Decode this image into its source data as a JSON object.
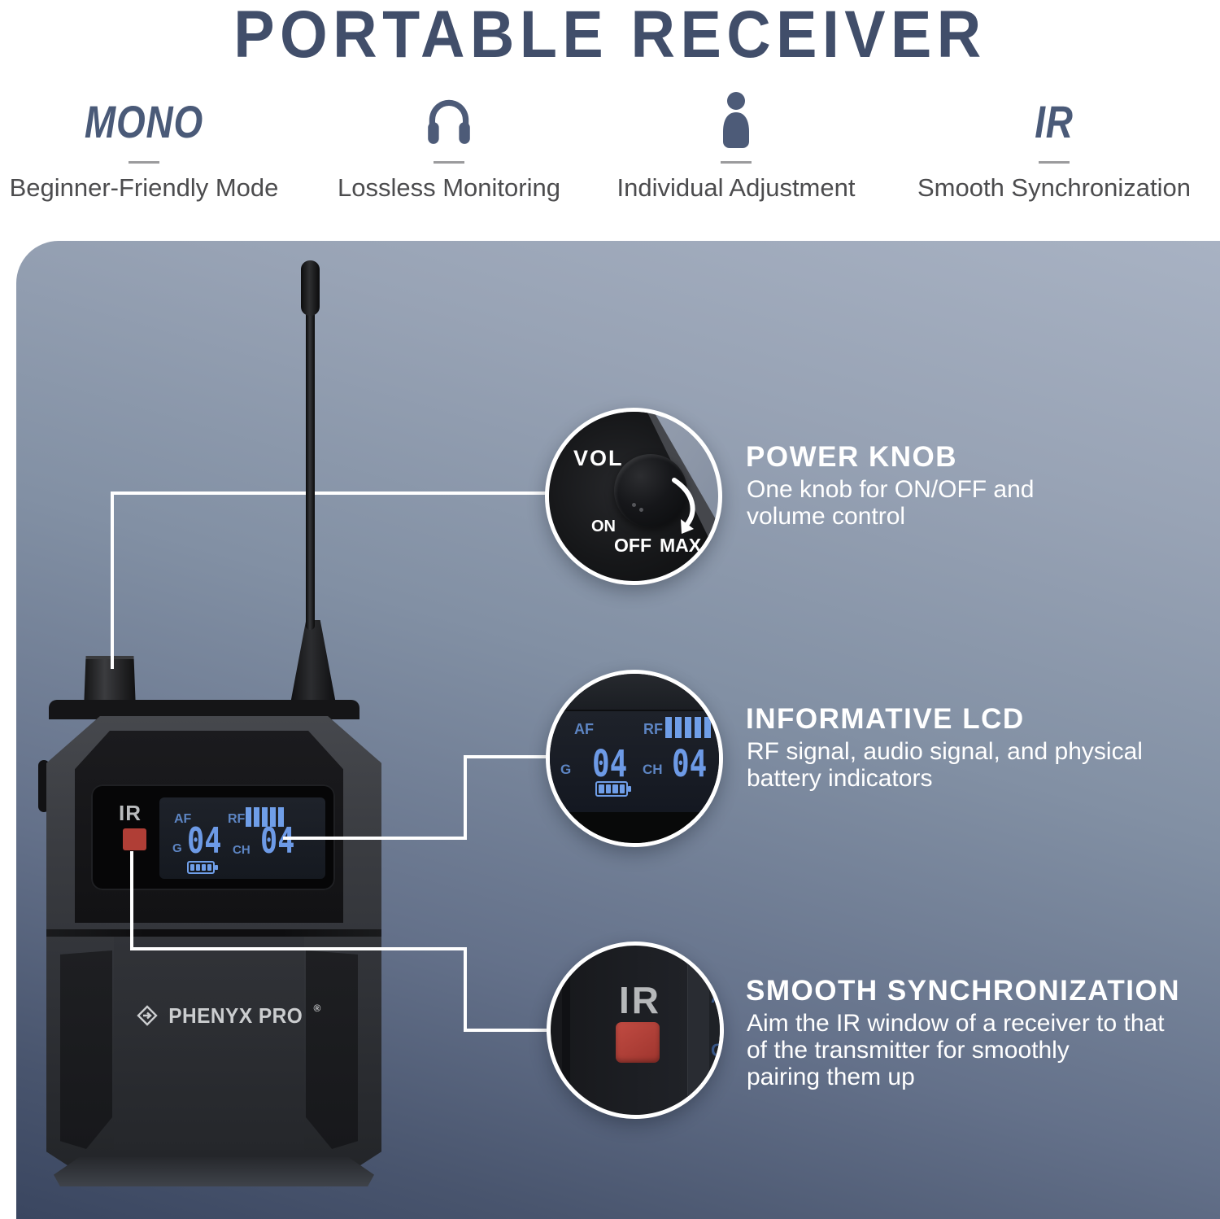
{
  "title": "PORTABLE RECEIVER",
  "features": [
    {
      "symbol": "MONO",
      "label": "Beginner-Friendly Mode"
    },
    {
      "icon": "headphones",
      "label": "Lossless Monitoring"
    },
    {
      "icon": "person",
      "label": "Individual Adjustment"
    },
    {
      "symbol": "IR",
      "label": "Smooth Synchronization"
    }
  ],
  "device": {
    "brand": "PHENYX PRO",
    "reg": "®",
    "lcd": {
      "ir": "IR",
      "af": "AF",
      "rf": "RF",
      "group_label": "G",
      "group": "04",
      "channel_label": "CH",
      "channel": "04",
      "rf_bars": 5,
      "battery_bars": 4
    }
  },
  "power_panel": {
    "vol": "VOL",
    "on": "ON",
    "off": "OFF",
    "max": "MAX"
  },
  "callouts": [
    {
      "heading": "POWER KNOB",
      "lines": [
        "One knob for ON/OFF and",
        "volume control"
      ]
    },
    {
      "heading": "INFORMATIVE LCD",
      "lines": [
        "RF signal, audio signal, and physical",
        "battery indicators"
      ]
    },
    {
      "heading": "SMOOTH SYNCHRONIZATION",
      "lines": [
        "Aim the IR window of a receiver to that",
        "of the transmitter for smoothly",
        "pairing them up"
      ]
    }
  ],
  "colors": {
    "title": "#414e6a",
    "accent_blue": "#6f9ee8",
    "ir_red": "#b03e36",
    "panel_top": "#a8b2c3",
    "panel_bottom": "#3a4660"
  }
}
